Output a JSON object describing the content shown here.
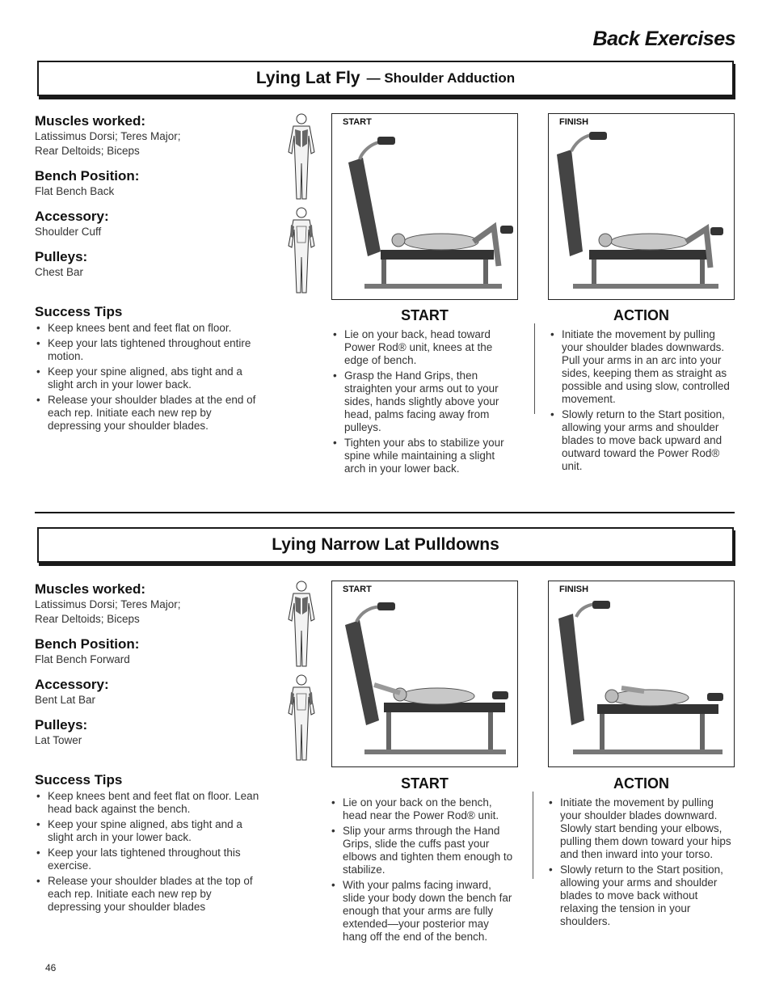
{
  "page": {
    "title": "Back Exercises",
    "number": "46"
  },
  "labels": {
    "muscles": "Muscles worked:",
    "bench": "Bench Position:",
    "accessory": "Accessory:",
    "pulleys": "Pulleys:",
    "tips": "Success Tips",
    "start_tag": "START",
    "finish_tag": "FINISH",
    "start_head": "START",
    "action_head": "ACTION"
  },
  "ex1": {
    "title": "Lying Lat Fly",
    "subtitle": "— Shoulder Adduction",
    "muscles": [
      "Latissimus Dorsi; Teres Major;",
      "Rear Deltoids; Biceps"
    ],
    "bench": "Flat Bench Back",
    "accessory": "Shoulder Cuff",
    "pulleys": "Chest Bar",
    "tips": [
      "Keep knees bent and feet flat on floor.",
      "Keep your lats tightened throughout entire motion.",
      "Keep your spine aligned, abs tight and a slight arch in your lower back.",
      "Release your shoulder blades at the end of each rep. Initiate each new rep by depressing your shoulder blades."
    ],
    "start": [
      "Lie on your back, head toward Power Rod® unit, knees at the edge of bench.",
      "Grasp the Hand Grips, then straighten your arms out to your sides, hands slightly above your head, palms facing away from pulleys.",
      "Tighten your abs to stabilize your spine while maintaining a slight arch in your lower back."
    ],
    "action": [
      "Initiate the movement by pulling your shoulder blades downwards. Pull your arms in an arc into your sides, keeping them as straight as possible and using slow, controlled movement.",
      "Slowly return to the Start position, allowing your arms and shoulder blades to move back upward and outward toward the Power Rod® unit."
    ]
  },
  "ex2": {
    "title": "Lying Narrow Lat Pulldowns",
    "muscles": [
      "Latissimus Dorsi; Teres Major;",
      "Rear Deltoids; Biceps"
    ],
    "bench": "Flat Bench Forward",
    "accessory": "Bent Lat Bar",
    "pulleys": "Lat Tower",
    "tips": [
      "Keep knees bent and feet flat on floor. Lean head back against the bench.",
      "Keep your spine aligned, abs tight and a slight arch in your lower back.",
      "Keep your lats tightened throughout this exercise.",
      "Release your shoulder blades at the top of each rep. Initiate each new rep by depressing your shoulder blades"
    ],
    "start": [
      "Lie on your back on the bench, head near the Power Rod® unit.",
      "Slip your arms through the Hand Grips, slide the cuffs past your elbows and tighten them enough to stabilize.",
      "With your palms facing inward, slide your body down the bench far enough that your arms are fully extended—your posterior may hang off the end of the bench."
    ],
    "action": [
      "Initiate the movement by pulling your shoulder blades downward. Slowly start bending your elbows, pulling them down toward your hips and then inward into your torso.",
      "Slowly return to the Start position, allowing your arms and shoulder blades to move back without relaxing the tension in your shoulders."
    ]
  }
}
